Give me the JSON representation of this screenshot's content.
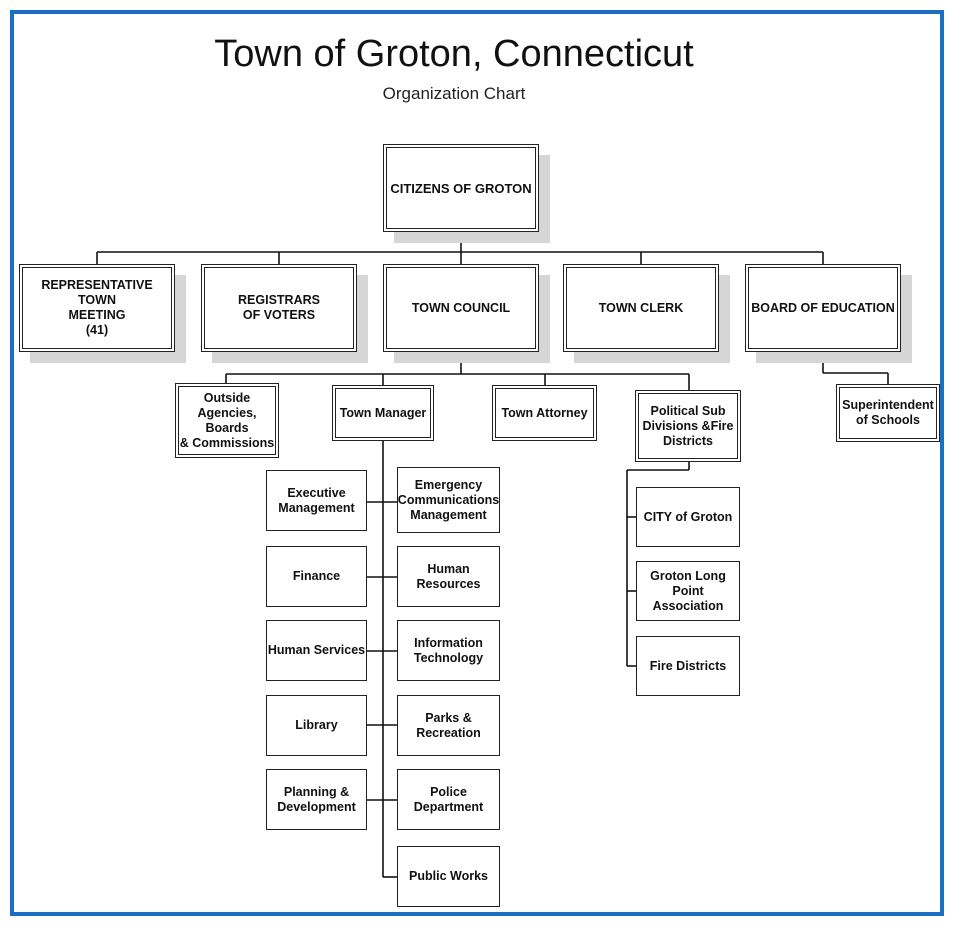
{
  "header": {
    "title": "Town of Groton, Connecticut",
    "subtitle": "Organization Chart"
  },
  "colors": {
    "frame": "#1a6fc0",
    "shadow": "#d6d6d6",
    "line": "#111111"
  },
  "nodes": {
    "citizens": "CITIZENS OF GROTON",
    "rtm": "REPRESENTATIVE TOWN\nMEETING\n(41)",
    "registrars": "REGISTRARS\nOF VOTERS",
    "council": "TOWN COUNCIL",
    "clerk": "TOWN CLERK",
    "boe": "BOARD OF EDUCATION",
    "outside": "Outside\nAgencies, Boards\n& Commissions",
    "manager": "Town Manager",
    "attorney": "Town Attorney",
    "political": "Political Sub\nDivisions &Fire\nDistricts",
    "superintendent": "Superintendent\nof Schools",
    "exec": "Executive\nManagement",
    "finance": "Finance",
    "human_services": "Human Services",
    "library": "Library",
    "planning": "Planning &\nDevelopment",
    "emergency": "Emergency\nCommunications\nManagement",
    "hr": "Human Resources",
    "it": "Information\nTechnology",
    "parks": "Parks &\nRecreation",
    "police": "Police\nDepartment",
    "public_works": "Public Works",
    "city": "CITY of Groton",
    "glp": "Groton Long Point\nAssociation",
    "fire": "Fire Districts"
  }
}
